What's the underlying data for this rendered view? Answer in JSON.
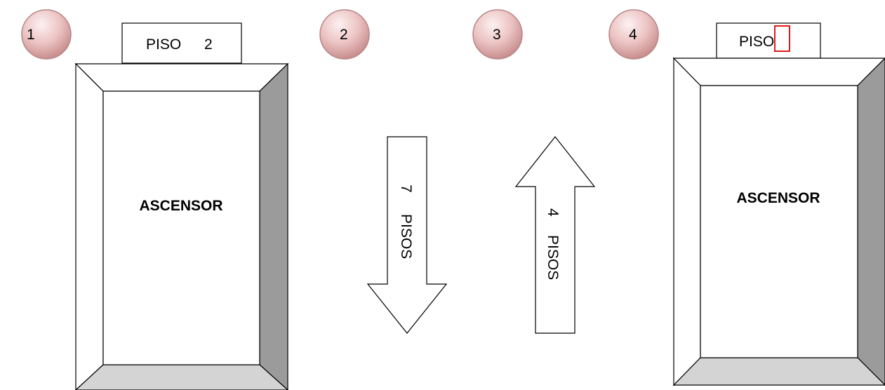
{
  "steps": [
    {
      "number": "1"
    },
    {
      "number": "2"
    },
    {
      "number": "3"
    },
    {
      "number": "4"
    }
  ],
  "elevator_left": {
    "floor_label": "PISO",
    "floor_value": "2",
    "label": "ASCENSOR"
  },
  "elevator_right": {
    "floor_label": "PISO",
    "floor_value": "",
    "label": "ASCENSOR"
  },
  "arrow_down": {
    "count": "7",
    "unit": "PISOS"
  },
  "arrow_up": {
    "count": "4",
    "unit": "PISOS"
  },
  "colors": {
    "circle_fill": "#e9bcbc",
    "circle_edge": "#b07878",
    "side_gray": "#9b9b9b",
    "bottom_gray": "#d4d4d4",
    "answer_box": "#e00000"
  }
}
